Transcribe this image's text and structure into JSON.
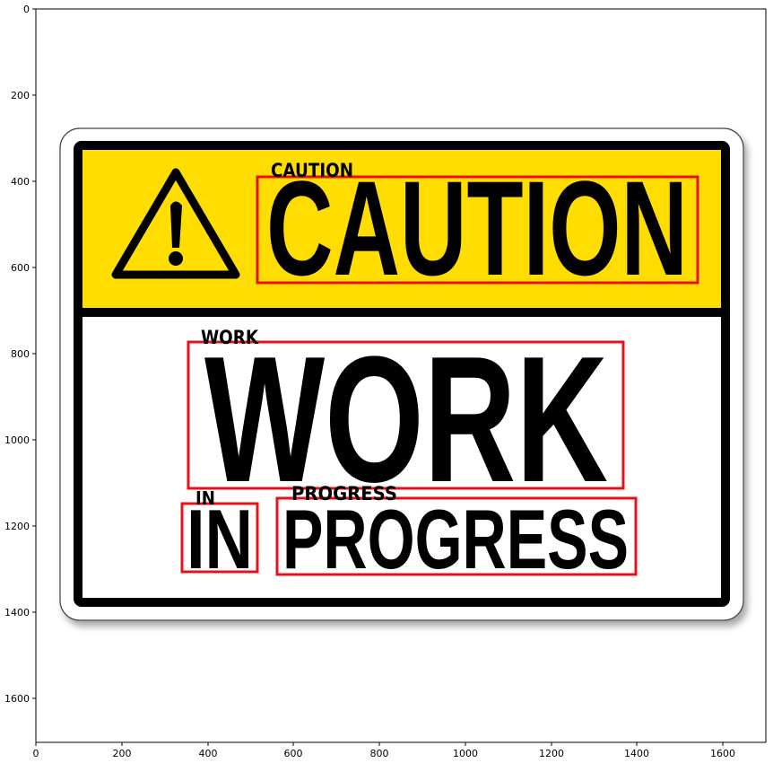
{
  "axes": {
    "x_ticks": [
      "0",
      "200",
      "400",
      "600",
      "800",
      "1000",
      "1200",
      "1400",
      "1600"
    ],
    "y_ticks": [
      "0",
      "200",
      "400",
      "600",
      "800",
      "1000",
      "1200",
      "1400",
      "1600"
    ]
  },
  "sign": {
    "top_word": "CAUTION",
    "middle_word": "WORK",
    "bottom_left_word": "IN",
    "bottom_right_word": "PROGRESS",
    "warning_icon": "warning-triangle-icon",
    "colors": {
      "yellow": "#FFDD00",
      "black": "#000000",
      "white": "#FFFFFF"
    }
  },
  "detections": {
    "box_color": "#E8101A",
    "labels": [
      "CAUTION",
      "WORK",
      "IN",
      "PROGRESS"
    ]
  }
}
